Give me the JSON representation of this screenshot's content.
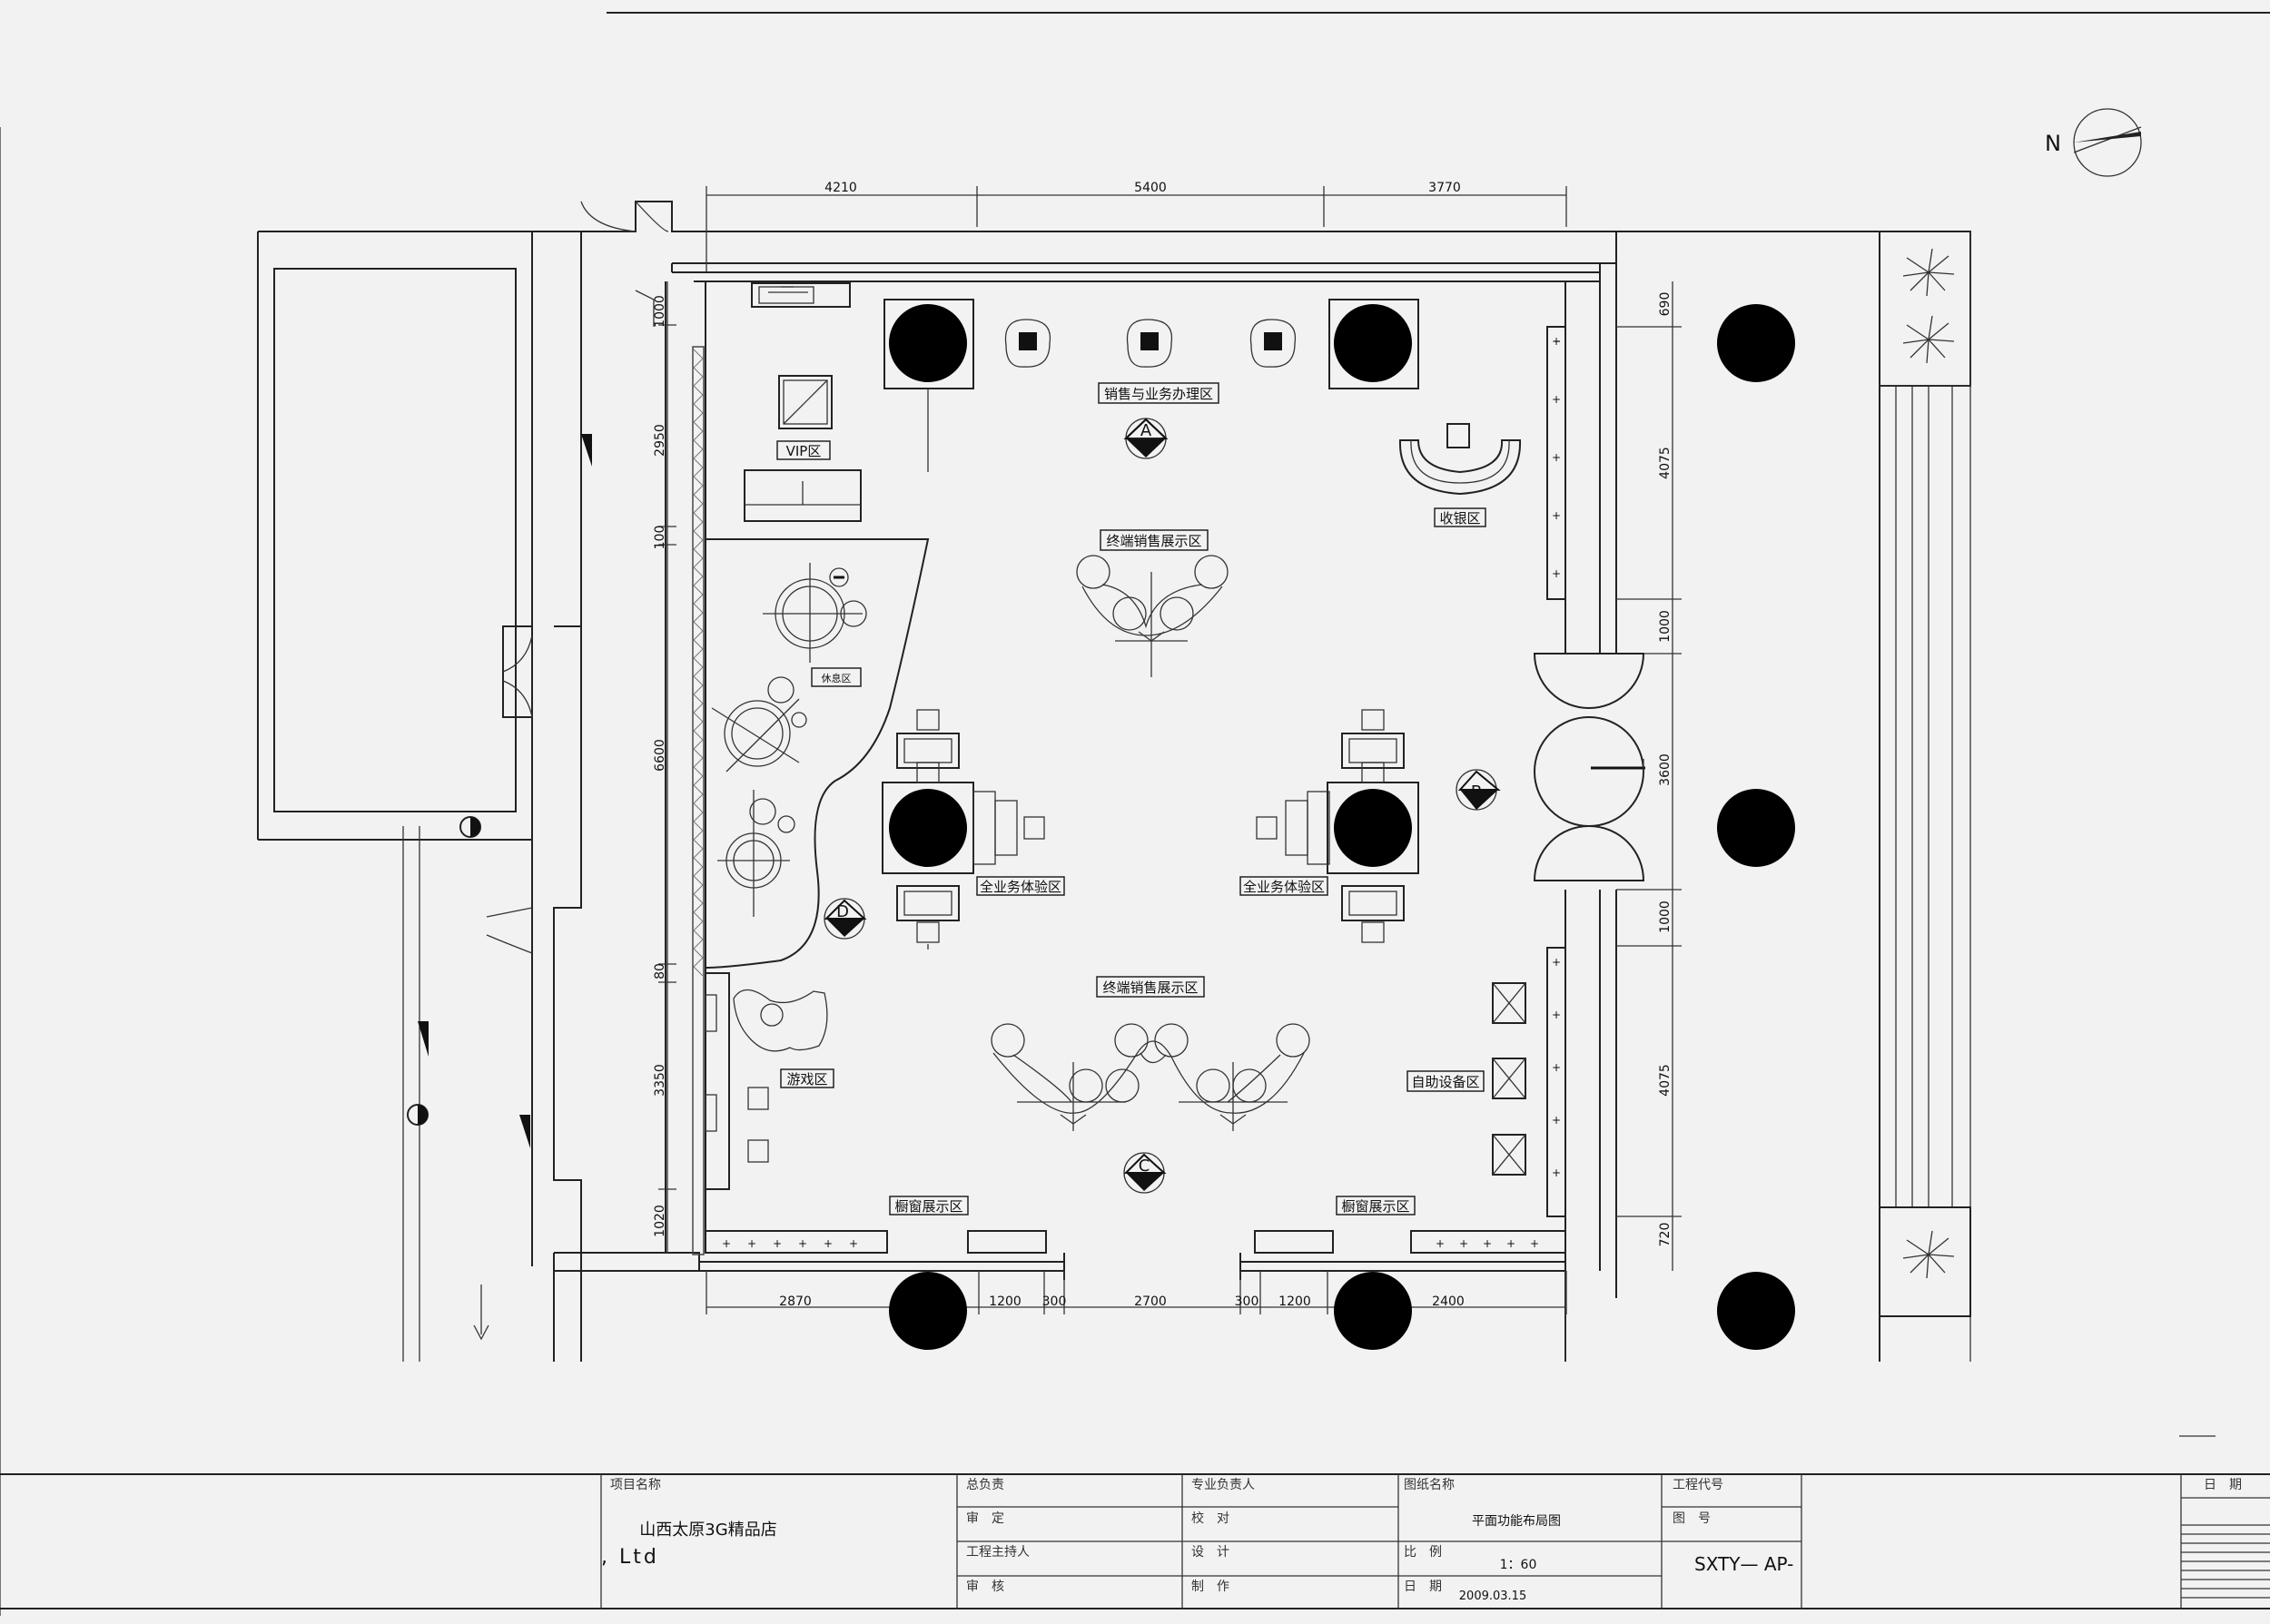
{
  "north_label": "N",
  "dimensions": {
    "top": [
      "4210",
      "5400",
      "3770"
    ],
    "bottom": [
      "2870",
      "1200",
      "300",
      "2700",
      "300",
      "1200",
      "2400"
    ],
    "left": [
      "1000",
      "2950",
      "100",
      "6600",
      "80",
      "3350",
      "1020"
    ],
    "right": [
      "690",
      "4075",
      "1000",
      "3600",
      "1000",
      "4075",
      "720"
    ]
  },
  "zones": {
    "sales_service": "销售与业务办理区",
    "vip": "VIP区",
    "cashier": "收银区",
    "terminal_display_1": "终端销售展示区",
    "rest": "休息区",
    "full_service_1": "全业务体验区",
    "full_service_2": "全业务体验区",
    "terminal_display_2": "终端销售展示区",
    "game": "游戏区",
    "self_service": "自助设备区",
    "window_display_1": "橱窗展示区",
    "window_display_2": "橱窗展示区"
  },
  "markers": [
    "A",
    "B",
    "C",
    "D"
  ],
  "title_block": {
    "project_name_label": "项目名称",
    "project_name": "山西太原3G精品店",
    "company_suffix": ", Ltd",
    "general_manager_label": "总负责",
    "review_label": "审　定",
    "engineering_lead_label": "工程主持人",
    "audit_label": "审　核",
    "discipline_lead_label": "专业负责人",
    "check_label": "校　对",
    "design_label": "设　计",
    "drafting_label": "制　作",
    "drawing_name_label": "图纸名称",
    "drawing_name": "平面功能布局图",
    "scale_label": "比　例",
    "scale": "1：60",
    "date_label": "日　期",
    "date": "2009.03.15",
    "project_code_label": "工程代号",
    "drawing_no_label": "图　号",
    "drawing_no": "SXTY— AP-",
    "remarks_label": "日　期"
  }
}
